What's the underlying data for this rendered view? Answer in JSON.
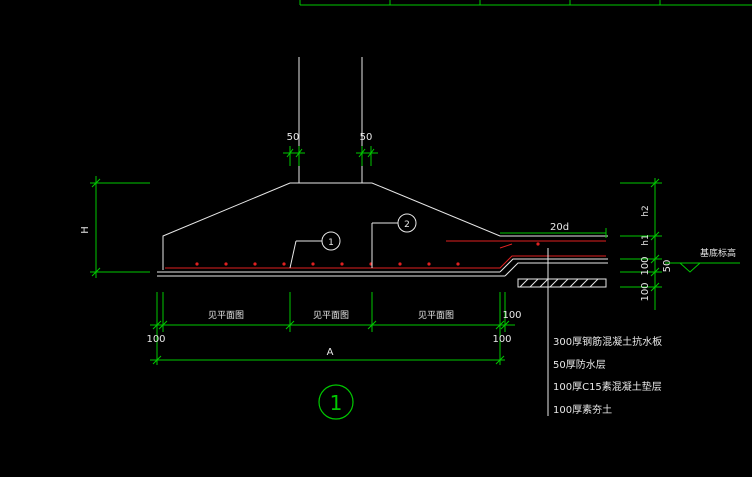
{
  "dimensions": {
    "col_offset_left": "50",
    "col_offset_right": "50",
    "height_H": "H",
    "h2": "h2",
    "h1": "h1",
    "anchor_20d": "20d",
    "right_100": "100",
    "right_50": "50",
    "right_100_lower": "100",
    "bottom_left_100": "100",
    "bottom_right_100": "100",
    "bottom_right_100b": "100",
    "total_A": "A"
  },
  "segment_labels": [
    "见平面图",
    "见平面图",
    "见平面图"
  ],
  "rebar_tags": [
    "1",
    "2"
  ],
  "elevation_label": "基底标高",
  "layer_notes": [
    "300厚钢筋混凝土抗水板",
    "50厚防水层",
    "100厚C15素混凝土垫层",
    "100厚素夯土"
  ],
  "detail_number": "1",
  "colors": {
    "dim": "#00c800",
    "outline": "#e8e8e8",
    "rebar": "#e02020",
    "bg": "#000000"
  }
}
